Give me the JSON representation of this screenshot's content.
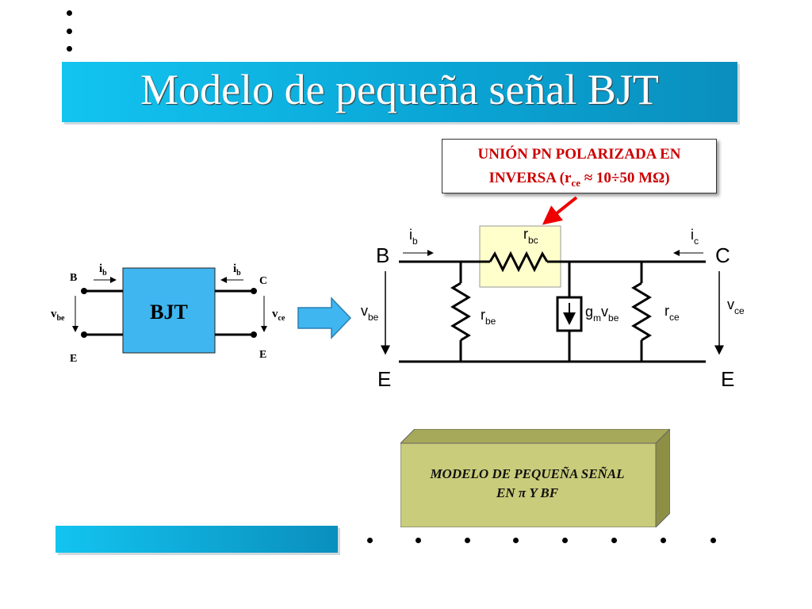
{
  "slide": {
    "title": "Modelo de pequeña señal BJT"
  },
  "callout": {
    "line1": "UNIÓN PN POLARIZADA EN",
    "line2_prefix": "INVERSA (r",
    "line2_sub": "ce",
    "line2_suffix": " ≈ 10÷50 MΩ)"
  },
  "bjt_block": {
    "label": "BJT",
    "terminal_B": "B",
    "terminal_C": "C",
    "terminal_E_left": "E",
    "terminal_E_right": "E",
    "ib_left": "i",
    "ib_left_sub": "b",
    "ib_right": "i",
    "ib_right_sub": "b",
    "vbe": "v",
    "vbe_sub": "be",
    "vce": "v",
    "vce_sub": "ce"
  },
  "circuit": {
    "node_B": "B",
    "node_C": "C",
    "node_E_left": "E",
    "node_E_right": "E",
    "ib": "i",
    "ib_sub": "b",
    "ic": "i",
    "ic_sub": "c",
    "vbe": "v",
    "vbe_sub": "be",
    "vce": "v",
    "vce_sub": "ce",
    "rbe": "r",
    "rbe_sub": "be",
    "rbc": "r",
    "rbc_sub": "bc",
    "rce": "r",
    "rce_sub": "ce",
    "gm_g": "g",
    "gm_sub": "m",
    "gm_v": "v",
    "gm_vsub": "be"
  },
  "model_box": {
    "line1": "MODELO DE PEQUEÑA SEÑAL",
    "line2": "EN π Y BF"
  },
  "colors": {
    "title_bar": "#13c4f0",
    "bjt_box": "#3fb6f0",
    "rbc_highlight": "#ffffcc",
    "callout_text": "#cc0000",
    "model_box_face": "#c9cc7a"
  }
}
